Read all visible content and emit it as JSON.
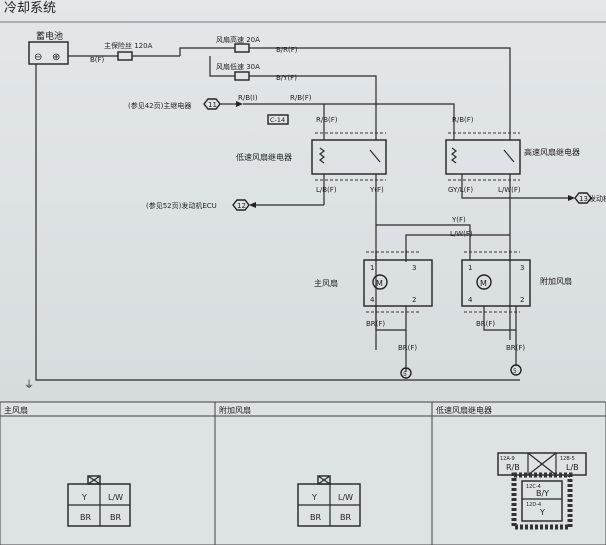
{
  "title": "冷却系统",
  "battery": {
    "label": "蓄电池"
  },
  "fuses": {
    "main": "主保险丝 120A",
    "high": "风扇高速 20A",
    "low": "风扇低速 30A"
  },
  "wires": {
    "bf": "B(F)",
    "brf": "B/R(F)",
    "byf": "B/Y(F)",
    "rbi": "R/B(I)",
    "rbf": "R/B(F)",
    "rbf_low": "R/B(F)",
    "rbf_high": "R/B(F)",
    "lbf": "L/B(F)",
    "yf": "Y(F)",
    "gylf": "GY/L(F)",
    "lwf": "L/W(F)",
    "yf2": "Y(F)",
    "lwf2": "L/W(F)",
    "brf_main": "BR(F)",
    "brf_aux": "BR(F)",
    "brf_main2": "BR(F)",
    "brf_aux2": "BR(F)"
  },
  "refs": {
    "main_relay": "(参见42页)主继电器",
    "main_relay_num": "11",
    "ecu": "(参见52页)发动机ECU",
    "ecu_num": "12",
    "right": "发动机",
    "right_num": "13",
    "connector": "C-14"
  },
  "components": {
    "low_relay": "低速风扇继电器",
    "high_relay": "高速风扇继电器",
    "main_fan": "主风扇",
    "aux_fan": "附加风扇"
  },
  "pins": {
    "p1": "1",
    "p2": "2",
    "p3": "3",
    "p4": "4"
  },
  "grounds": {
    "g1": "5",
    "g2": "5"
  },
  "panels": {
    "main_fan": "主风扇",
    "aux_fan": "附加风扇",
    "low_relay": "低速风扇继电器"
  },
  "connector_labels": {
    "y": "Y",
    "lw": "L/W",
    "br": "BR",
    "rb": "R/B",
    "lb": "L/B",
    "by": "B/Y",
    "pin12a": "12A-9",
    "pin12b": "12B-5",
    "pin12c": "12C-4",
    "pin12d": "12D-4"
  }
}
